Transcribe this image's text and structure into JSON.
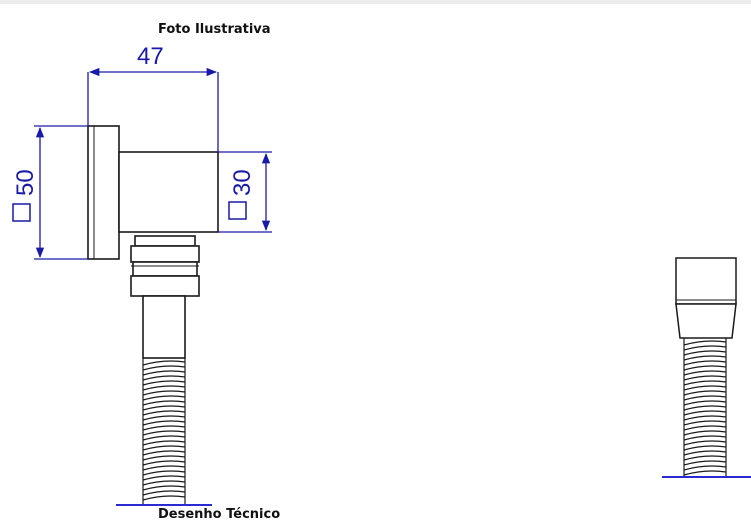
{
  "captions": {
    "top": "Foto Ilustrativa",
    "bottom": "Desenho Técnico"
  },
  "dimensions": {
    "width": "47",
    "height_left": "50",
    "height_right": "30",
    "square_symbol": "□"
  },
  "colors": {
    "outline": "#1a1a1a",
    "dimension": "#1a1aa8",
    "floor_line": "#2a2ad0"
  }
}
